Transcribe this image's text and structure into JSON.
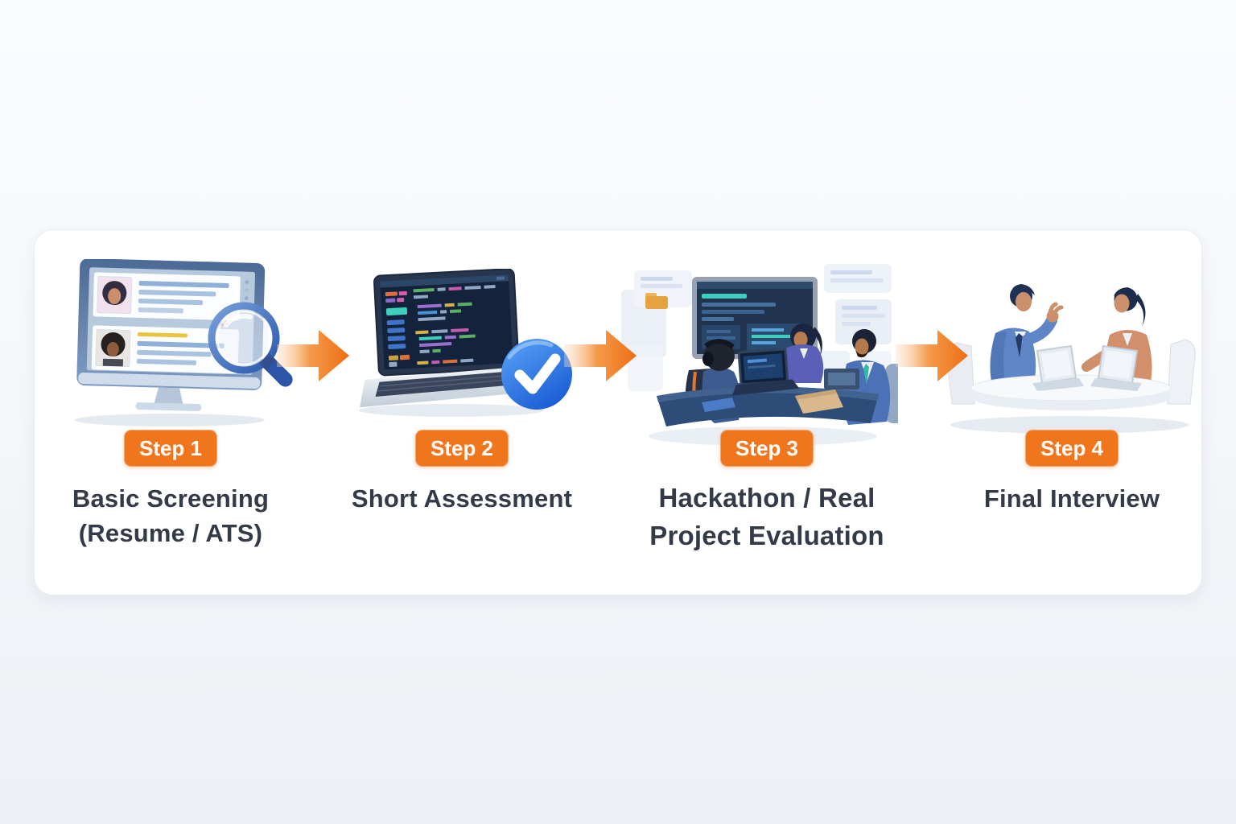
{
  "diagram": {
    "type": "process-flow",
    "step_count": 4
  },
  "steps": [
    {
      "badge": "Step 1",
      "label_line1": "Basic Screening",
      "label_line2": "(Resume / ATS)",
      "illustration": "resume-screening-monitor-with-magnifier"
    },
    {
      "badge": "Step 2",
      "label_line1": "Short Assessment",
      "label_line2": "",
      "illustration": "laptop-code-editor-with-check"
    },
    {
      "badge": "Step 3",
      "label_line1": "Hackathon / Real",
      "label_line2": "Project Evaluation",
      "illustration": "team-working-around-table"
    },
    {
      "badge": "Step 4",
      "label_line1": "Final Interview",
      "label_line2": "",
      "illustration": "two-people-interview-at-table"
    }
  ],
  "icons": {
    "flow_arrow": "right-pointing orange gradient arrow",
    "check": "blue circle with white checkmark",
    "magnifier": "blue magnifying glass"
  },
  "colors": {
    "accent_orange": "#F0761E",
    "arrow_orange_deep": "#ED6D13",
    "badge_text": "#FFFFFF",
    "label_text": "#343B48",
    "check_blue": "#2F7BE8",
    "card_background": "#FFFFFF",
    "page_background": "#EFF2F6"
  }
}
